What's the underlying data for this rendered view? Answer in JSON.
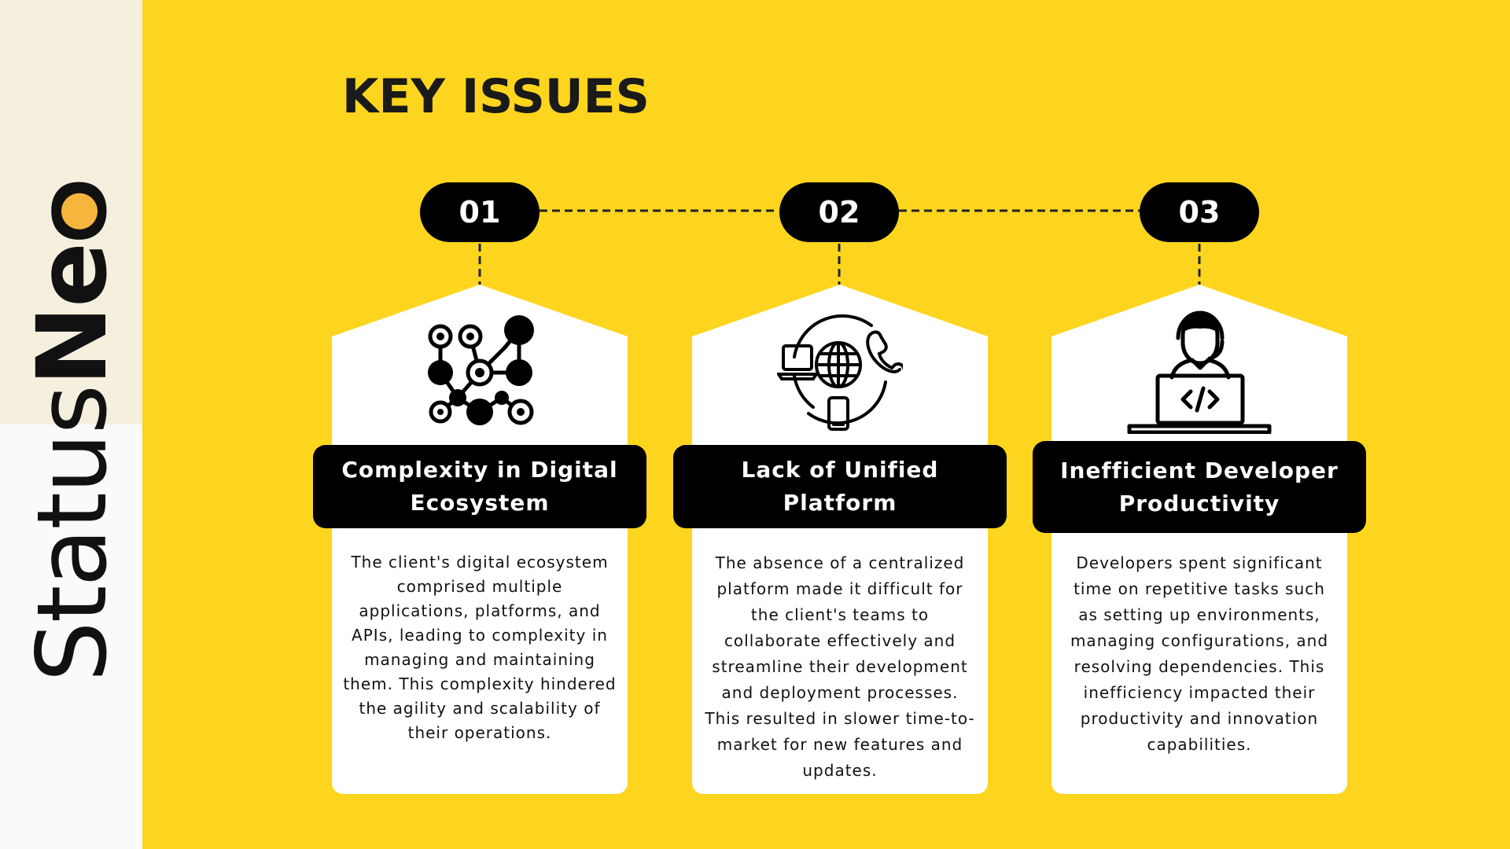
{
  "brand": {
    "part1": "Status",
    "part2": "Ne",
    "part3": "o",
    "accent_color": "#F6B53D"
  },
  "title": "KEY ISSUES",
  "colors": {
    "background": "#FDD51E",
    "dark": "#000000",
    "card": "#FFFFFF"
  },
  "steps": [
    {
      "number": "01",
      "icon": "network-nodes-icon",
      "title": "Complexity in Digital Ecosystem",
      "description": "The client's digital ecosystem comprised multiple applications, platforms, and APIs, leading to complexity in managing and maintaining them. This complexity hindered the agility and scalability of their operations."
    },
    {
      "number": "02",
      "icon": "global-connectivity-icon",
      "title": "Lack of Unified Platform",
      "description": "The absence of a centralized platform made it difficult for the client's teams to collaborate effectively and streamline their development and deployment processes. This resulted in slower time-to-market for new features and updates."
    },
    {
      "number": "03",
      "icon": "developer-at-laptop-icon",
      "title": "Inefficient Developer Productivity",
      "description": "Developers spent significant time on repetitive tasks such as setting up environments, managing configurations, and resolving dependencies. This inefficiency impacted their productivity and innovation capabilities."
    }
  ]
}
